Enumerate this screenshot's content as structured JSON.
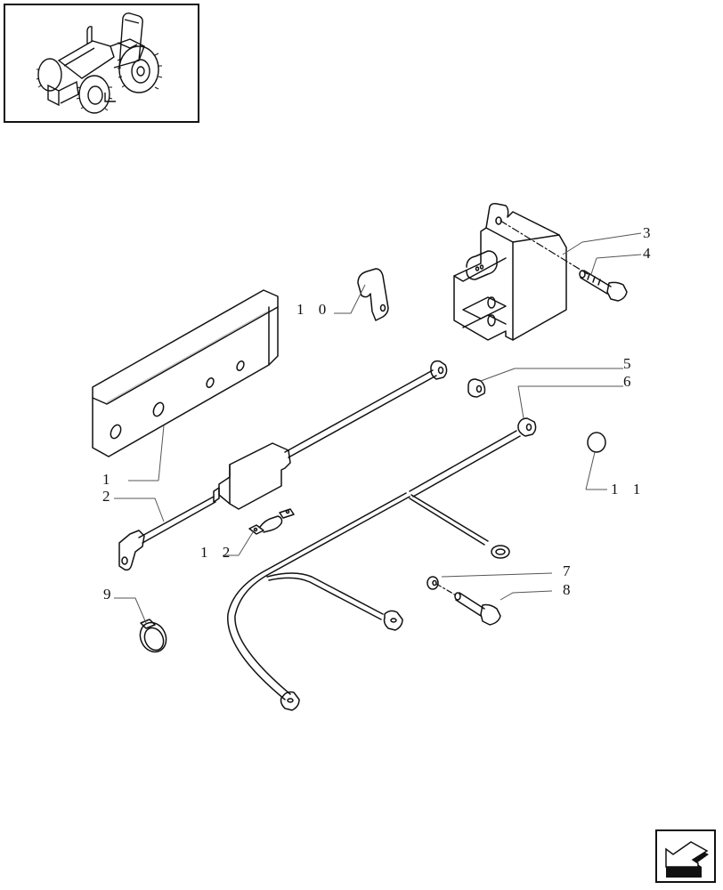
{
  "thumbnail": {
    "subject": "tractor-overview-illustration",
    "border_color": "#111111"
  },
  "diagram": {
    "type": "exploded-parts-view",
    "subject": "electrical relay, battery cables and mounting hardware",
    "line_color": "#111111",
    "leader_color": "#888888",
    "callouts": [
      {
        "id": "c1",
        "label": "1",
        "part": "mounting-bracket"
      },
      {
        "id": "c2",
        "label": "2",
        "part": "cable-with-inline-connector"
      },
      {
        "id": "c3",
        "label": "3",
        "part": "relay-block"
      },
      {
        "id": "c4",
        "label": "4",
        "part": "bolt"
      },
      {
        "id": "c5",
        "label": "5",
        "part": "nut"
      },
      {
        "id": "c6",
        "label": "6",
        "part": "ground-cable-harness"
      },
      {
        "id": "c7",
        "label": "7",
        "part": "washer"
      },
      {
        "id": "c8",
        "label": "8",
        "part": "bolt"
      },
      {
        "id": "c9",
        "label": "9",
        "part": "hose-clamp"
      },
      {
        "id": "c10",
        "label": "1 0",
        "part": "cable-clip"
      },
      {
        "id": "c11",
        "label": "1 1",
        "part": "protective-cap"
      },
      {
        "id": "c12",
        "label": "1 2",
        "part": "fuse-link"
      }
    ]
  },
  "navigation": {
    "next_arrow": "arrow-back-icon"
  }
}
